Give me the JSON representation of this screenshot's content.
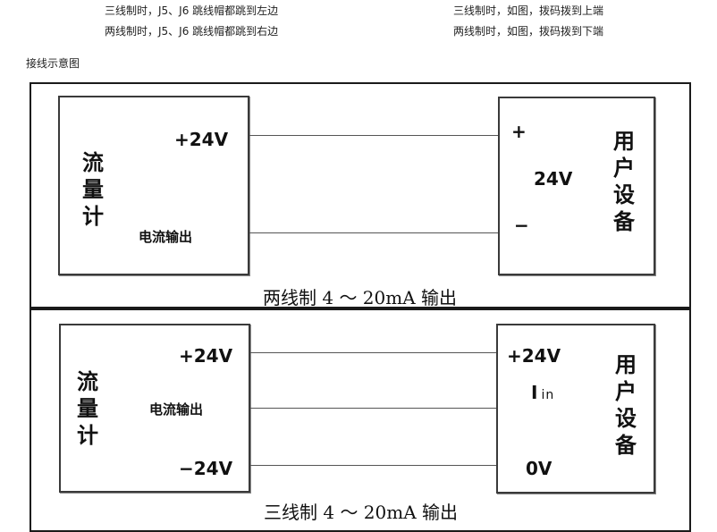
{
  "notes": {
    "three_wire_jumper": "三线制时，J5、J6 跳线帽都跳到左边",
    "two_wire_jumper": "两线制时，J5、J6 跳线帽都跳到右边",
    "three_wire_dip": "三线制时，如图，拨码拨到上端",
    "two_wire_dip": "两线制时，如图，拨码拨到下端",
    "wiring_title": "接线示意图"
  },
  "two_wire": {
    "meter": [
      "流",
      "量",
      "计"
    ],
    "plus24v": "+24V",
    "current_out": "电流输出",
    "dev_plus": "+",
    "dev_24v": "24V",
    "dev_minus": "−",
    "device": [
      "用",
      "户",
      "设",
      "备"
    ],
    "caption": "两线制 4 ～ 20mA 输出"
  },
  "three_wire": {
    "meter": [
      "流",
      "量",
      "计"
    ],
    "plus24v": "+24V",
    "current_out": "电流输出",
    "minus24v": "−24V",
    "dev_plus24v": "+24V",
    "dev_iin_main": "I",
    "dev_iin_sub": "in",
    "dev_0v": "0V",
    "device": [
      "用",
      "户",
      "设",
      "备"
    ],
    "caption": "三线制 4 ～ 20mA 输出"
  }
}
